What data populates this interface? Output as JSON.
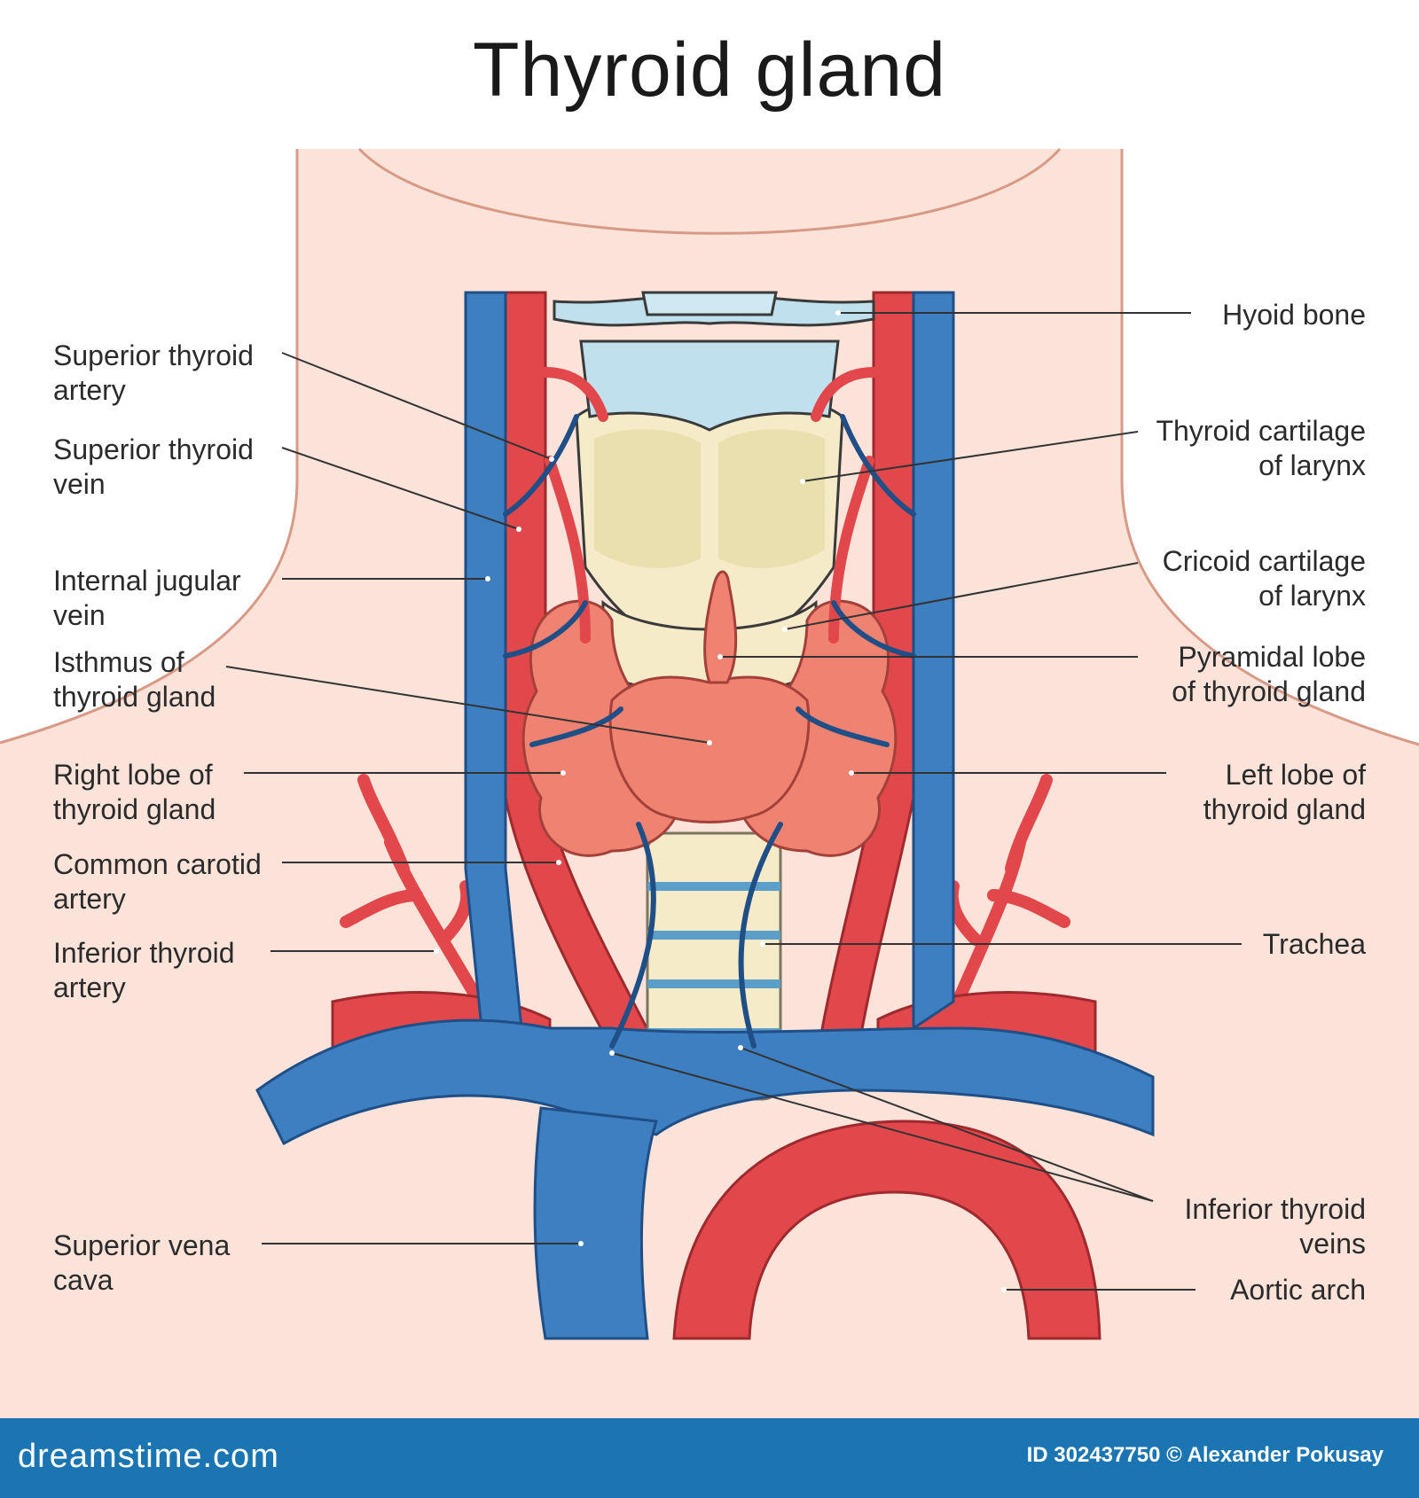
{
  "title": "Thyroid gland",
  "labels_left": [
    {
      "id": "superior-thyroid-artery",
      "lines": [
        "Superior thyroid",
        "artery"
      ]
    },
    {
      "id": "superior-thyroid-vein",
      "lines": [
        "Superior thyroid",
        "vein"
      ]
    },
    {
      "id": "internal-jugular-vein",
      "lines": [
        "Internal jugular",
        "vein"
      ]
    },
    {
      "id": "isthmus",
      "lines": [
        "Isthmus of",
        "thyroid gland"
      ]
    },
    {
      "id": "right-lobe",
      "lines": [
        "Right lobe of",
        "thyroid gland"
      ]
    },
    {
      "id": "common-carotid-artery",
      "lines": [
        "Common carotid",
        "artery"
      ]
    },
    {
      "id": "inferior-thyroid-artery",
      "lines": [
        "Inferior thyroid",
        "artery"
      ]
    },
    {
      "id": "superior-vena-cava",
      "lines": [
        "Superior vena",
        "cava"
      ]
    }
  ],
  "labels_right": [
    {
      "id": "hyoid-bone",
      "lines": [
        "Hyoid bone"
      ]
    },
    {
      "id": "thyroid-cartilage",
      "lines": [
        "Thyroid cartilage",
        "of larynx"
      ]
    },
    {
      "id": "cricoid-cartilage",
      "lines": [
        "Cricoid cartilage",
        "of larynx"
      ]
    },
    {
      "id": "pyramidal-lobe",
      "lines": [
        "Pyramidal lobe",
        "of thyroid gland"
      ]
    },
    {
      "id": "left-lobe",
      "lines": [
        "Left lobe of",
        "thyroid gland"
      ]
    },
    {
      "id": "trachea",
      "lines": [
        "Trachea"
      ]
    },
    {
      "id": "inferior-thyroid-veins",
      "lines": [
        "Inferior thyroid",
        "veins"
      ]
    },
    {
      "id": "aortic-arch",
      "lines": [
        "Aortic arch"
      ]
    }
  ],
  "footer": {
    "brand": "dreamstime.com",
    "credit": "ID 302437750 © Alexander Pokusay"
  },
  "colors": {
    "skin": "#fbe3da",
    "skin_outline": "#d89a86",
    "vein": "#3d7fc0",
    "vein_dark": "#1f4f86",
    "artery": "#e2474b",
    "artery_dark": "#9e2a2e",
    "gland": "#ef8270",
    "cartilage": "#f5ebc8",
    "hyoid": "#bfe0ec",
    "footer": "#1b75b3"
  }
}
